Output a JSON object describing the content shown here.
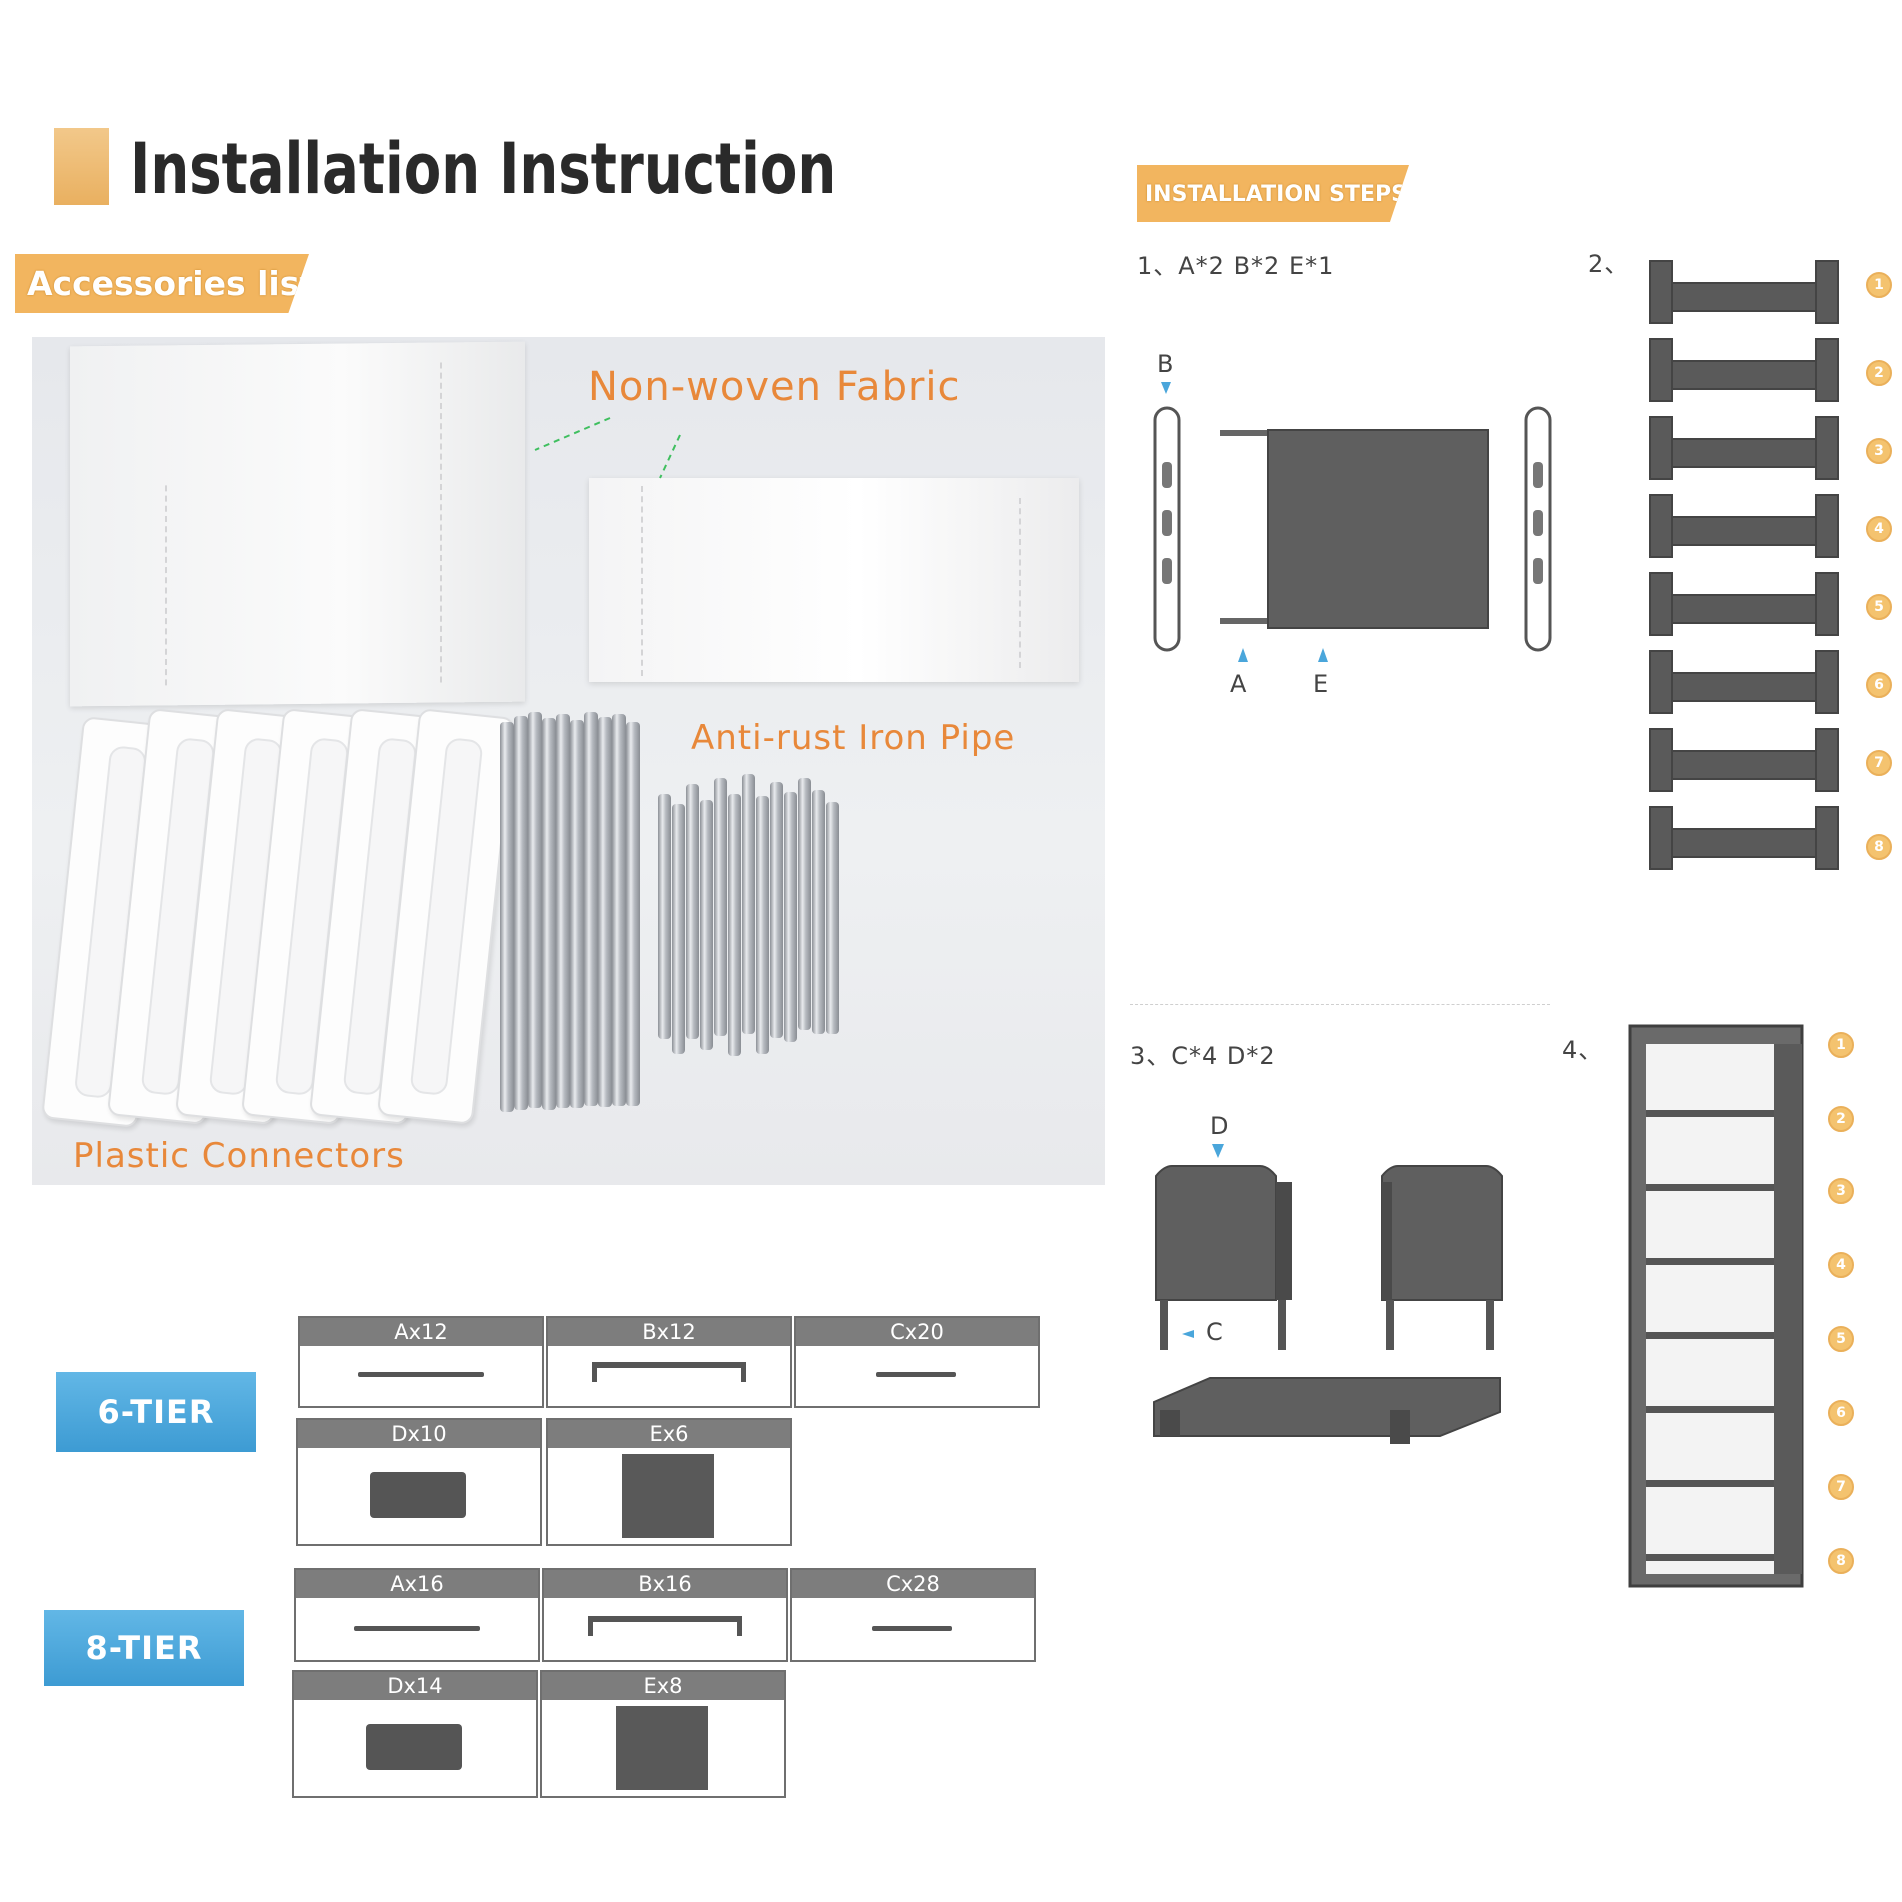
{
  "header": {
    "title": "Installation Instruction"
  },
  "accessories": {
    "tag": "Accessories list",
    "labels": {
      "fabric": "Non-woven Fabric",
      "pipe": "Anti-rust Iron Pipe",
      "connectors": "Plastic Connectors"
    }
  },
  "steps": {
    "tag": "INSTALLATION STEPS",
    "step1": {
      "text": "1、A*2  B*2  E*1",
      "labels": [
        "B",
        "A",
        "E"
      ]
    },
    "step2": {
      "text": "2、",
      "numbers": [
        "1",
        "2",
        "3",
        "4",
        "5",
        "6",
        "7",
        "8"
      ]
    },
    "step3": {
      "text": "3、C*4  D*2",
      "labels": [
        "D",
        "C"
      ]
    },
    "step4": {
      "text": "4、",
      "numbers": [
        "1",
        "2",
        "3",
        "4",
        "5",
        "6",
        "7",
        "8"
      ]
    }
  },
  "parts_tables": [
    {
      "tier": "6-TIER",
      "row1": [
        "Ax12",
        "Bx12",
        "Cx20"
      ],
      "row2": [
        "Dx10",
        "Ex6"
      ]
    },
    {
      "tier": "8-TIER",
      "row1": [
        "Ax16",
        "Bx16",
        "Cx28"
      ],
      "row2": [
        "Dx14",
        "Ex8"
      ]
    }
  ],
  "colors": {
    "accent_orange": "#f2b55f",
    "label_orange": "#e8883a",
    "tier_blue": "#3d9bd3",
    "part_gray": "#595959"
  }
}
